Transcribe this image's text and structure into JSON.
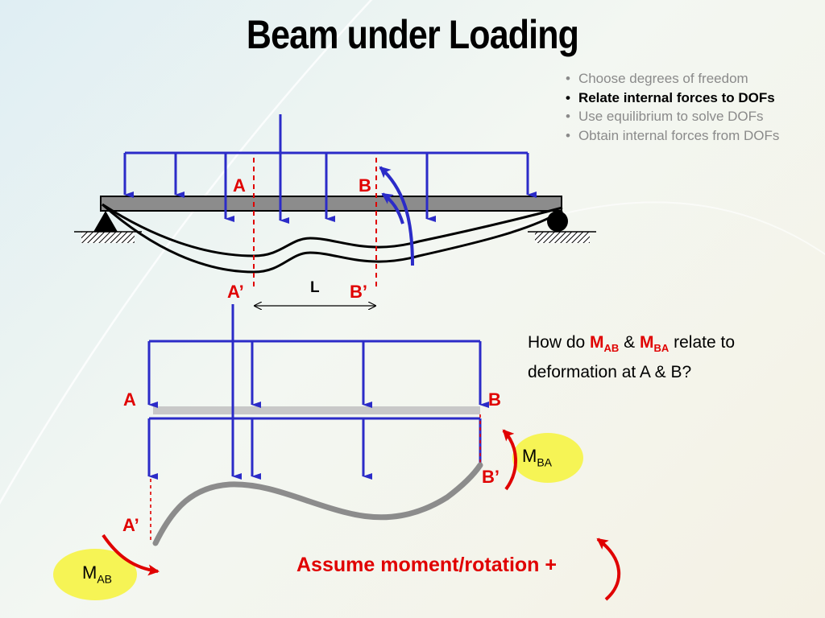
{
  "title": "Beam under Loading",
  "bullets": [
    {
      "text": "Choose degrees of freedom",
      "active": false
    },
    {
      "text": "Relate internal forces to DOFs",
      "active": true
    },
    {
      "text": "Use equilibrium to solve DOFs",
      "active": false
    },
    {
      "text": "Obtain internal forces from DOFs",
      "active": false
    }
  ],
  "labels": {
    "top_a": "A",
    "top_b": "B",
    "top_a_prime": "A’",
    "top_b_prime": "B’",
    "length": "L",
    "bot_a": "A",
    "bot_b": "B",
    "bot_a_prime": "A’",
    "bot_b_prime": "B’"
  },
  "moments": {
    "mab_letter": "M",
    "mab_sub": "AB",
    "mba_letter": "M",
    "mba_sub": "BA"
  },
  "question": {
    "prefix": "How do ",
    "m1": "M",
    "m1_sub": "AB",
    "amp": " & ",
    "m2": "M",
    "m2_sub": "BA",
    "suffix": " relate to deformation at A & B?"
  },
  "assume_text": "Assume moment/rotation +",
  "colors": {
    "load_blue": "#2b2bc8",
    "accent_red": "#e00000",
    "beam_gray": "#8c8c8c",
    "moment_bubble": "#f6f455"
  }
}
